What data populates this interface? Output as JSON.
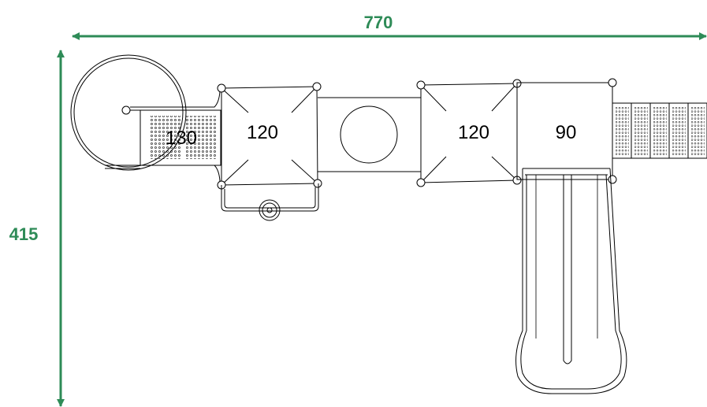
{
  "dimensions": {
    "width_label": "770",
    "height_label": "415",
    "color": "#2e8b57"
  },
  "decks": {
    "spiral_slide_label": "130",
    "left_tower_label": "120",
    "right_tower_label": "120",
    "slide_platform_label": "90"
  }
}
